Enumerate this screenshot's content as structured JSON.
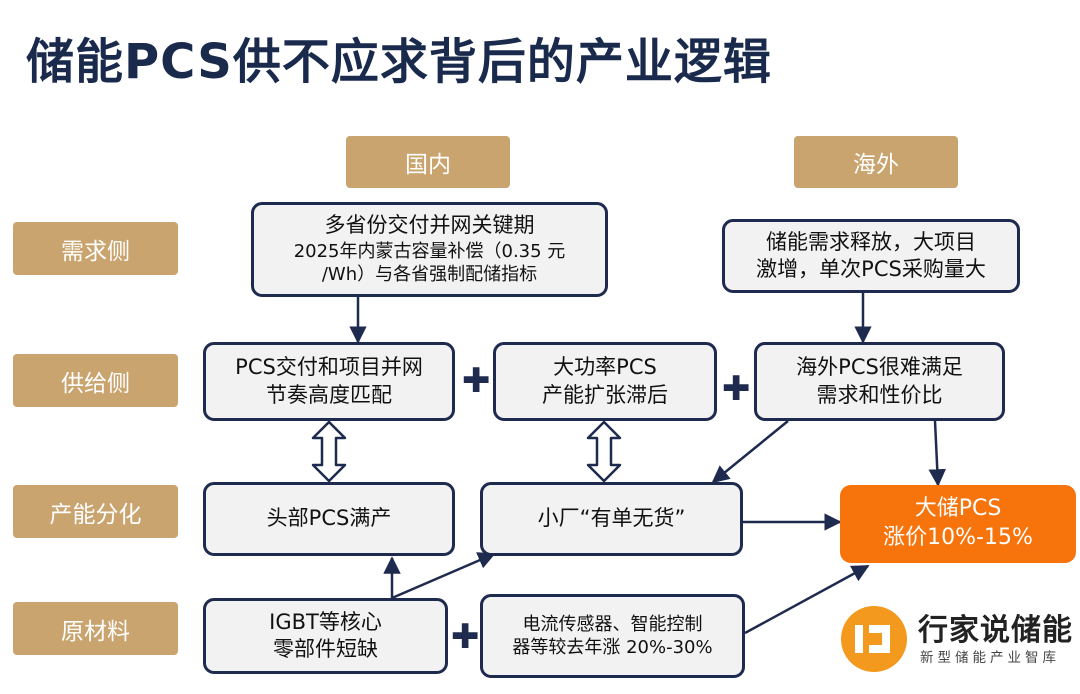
{
  "title": "储能PCS供不应求背后的产业逻辑",
  "headers": {
    "domestic": "国内",
    "overseas": "海外"
  },
  "rows": {
    "demand": "需求侧",
    "supply": "供给侧",
    "capacity": "产能分化",
    "materials": "原材料"
  },
  "boxes": {
    "dom_demand": [
      "多省份交付并网关键期",
      "2025年内蒙古容量补偿（0.35 元",
      "/Wh）与各省强制配储指标"
    ],
    "os_demand": [
      "储能需求释放，大项目",
      "激增，单次PCS采购量大"
    ],
    "supply1": [
      "PCS交付和项目并网",
      "节奏高度匹配"
    ],
    "supply2": [
      "大功率PCS",
      "产能扩张滞后"
    ],
    "supply3": [
      "海外PCS很难满足",
      "需求和性价比"
    ],
    "head_pcs": "头部PCS满产",
    "small_factory": "小厂“有单无货”",
    "result": [
      "大储PCS",
      "涨价10%-15%"
    ],
    "igbt": [
      "IGBT等核心",
      "零部件短缺"
    ],
    "sensor": [
      "电流传感器、智能控制",
      "器等较去年涨 20%-30%"
    ]
  },
  "plus_symbol": "✚",
  "logo": {
    "name": "行家说储能",
    "sub": "新型储能产业智库"
  },
  "colors": {
    "navy": "#1e2a4e",
    "gold": "#c9a46e",
    "orange": "#f7730c",
    "box_fill": "#f2f2f2"
  }
}
